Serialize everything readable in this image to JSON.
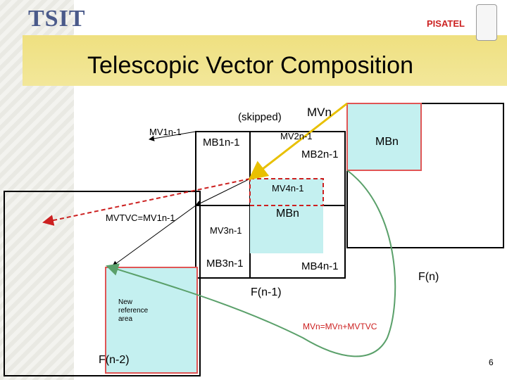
{
  "header": {
    "logo_text": "TSIT",
    "brand": "PISATEL",
    "title": "Telescopic Vector Composition",
    "phone_icon": "mobile-phone-icon"
  },
  "labels": {
    "skipped": "(skipped)",
    "mv_n": "MVn",
    "mv1": "MV1n-1",
    "mb1": "MB1n-1",
    "mv2": "MV2n-1",
    "mb2": "MB2n-1",
    "mb_n_top": "MBn",
    "mv4": "MV4n-1",
    "mv_tvc": "MVTVC=MV1n-1",
    "mb_n_mid": "MBn",
    "mv3": "MV3n-1",
    "mb3": "MB3n-1",
    "mb4": "MB4n-1",
    "frame_n": "F(n)",
    "frame_n1": "F(n-1)",
    "frame_n2": "F(n-2)",
    "new_ref_area": "New reference area",
    "formula": "MVn=MVn+MVTVC",
    "page_number": "6"
  },
  "colors": {
    "title_bar": "#f0e28a",
    "cyan_fill": "#c4f0f0",
    "red_box": "#e05555",
    "yellow_arrow": "#e8c000",
    "green_curve": "#5aa06a",
    "dashed_red": "#cc2020",
    "brand_red": "#cc2222"
  }
}
